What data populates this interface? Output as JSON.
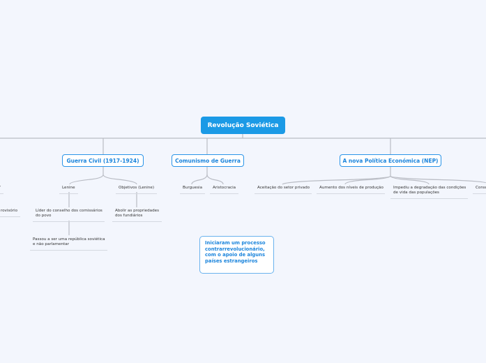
{
  "root": {
    "label": "Revolução Soviética"
  },
  "branches": [
    {
      "label": "Guerra Civil (1917-1924)"
    },
    {
      "label": "Comunismo de Guerra"
    },
    {
      "label": "A nova Política Económica (NEP)"
    }
  ],
  "left_partial": [
    "7",
    "rovisório"
  ],
  "guerra_civil": {
    "lenine": "Lenine",
    "lenine_1": "Líder do conselho dos comissários\ndo povo",
    "lenine_2": "Passou a ser uma república soviética\ne não parlamentar",
    "objetivos": "Objetivos (Lenine)",
    "objetivos_1": "Abolir as propriedades\ndos fundiários"
  },
  "comunismo": [
    "Burguesia",
    "Aristocracia"
  ],
  "nep": [
    "Aceitação do setor privado",
    "Aumento dos níveis de produção",
    "Impediu a degradação das condições\nde vida das populações",
    "Conso"
  ],
  "floating": {
    "label": "Iniciaram um processo contrarrevolucionário, com o apoio de alguns países estrangeiros"
  },
  "colors": {
    "background": "#f3f6fd",
    "root": "#1b9ae6",
    "accent": "#2a94e8"
  }
}
